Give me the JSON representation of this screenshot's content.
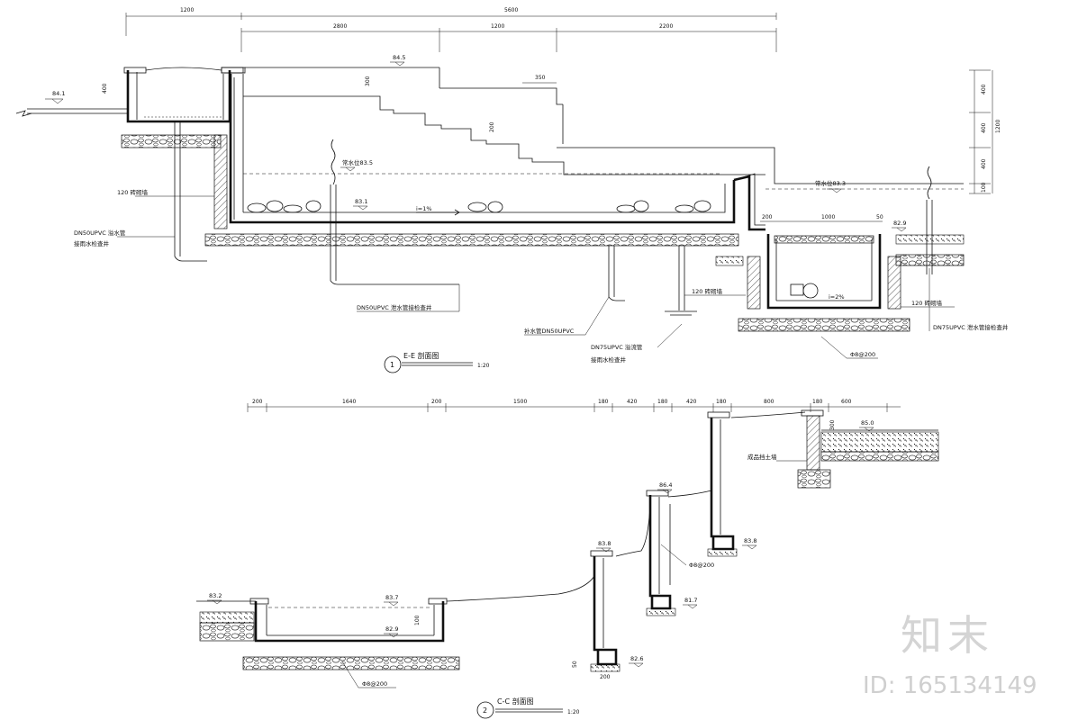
{
  "section_1": {
    "title": "E-E 剖面图",
    "scale": "1:20",
    "number": "1",
    "dims_top": [
      "1200",
      "5600"
    ],
    "dims_second": [
      "2800",
      "1200",
      "2200"
    ],
    "dim_350": "350",
    "dim_200": "200",
    "dim_300": "300",
    "dim_400": "400",
    "elev_845": "84.5",
    "elev_841": "84.1",
    "elev_835": "常水位83.5",
    "elev_831": "83.1",
    "elev_833": "常水位83.3",
    "elev_829": "82.9",
    "slope_1": "i=1%",
    "slope_2": "i=2%",
    "wall_label_a": "120 砖砌墙",
    "wall_label_b": "120 砖砌墙",
    "wall_label_c": "120 砖砌墙",
    "pipe_a_1": "DN50UPVC 溢水管",
    "pipe_a_2": "接雨水检查井",
    "pipe_b": "DN50UPVC 泄水管接检查井",
    "pipe_c": "补水管DN50UPVC",
    "pipe_d_1": "DN75UPVC 溢流管",
    "pipe_d_2": "接雨水检查井",
    "pipe_e": "DN75UPVC 泄水管接检查井",
    "rebar": "Φ8@200",
    "right_dims": [
      "400",
      "400",
      "400",
      "1200",
      "100"
    ],
    "dims_pit": [
      "200",
      "1000",
      "50"
    ]
  },
  "section_2": {
    "title": "C-C 剖面图",
    "scale": "1:20",
    "number": "2",
    "dims": [
      "200",
      "1640",
      "200",
      "1500",
      "180",
      "420",
      "180",
      "420",
      "180",
      "800",
      "180",
      "600"
    ],
    "elev_832": "83.2",
    "elev_837": "83.7",
    "elev_829": "82.9",
    "elev_838": "83.8",
    "elev_826": "82.6",
    "elev_864": "86.4",
    "elev_817": "81.7",
    "elev_838b": "83.8",
    "elev_850": "85.0",
    "rebar_a": "Φ8@200",
    "rebar_b": "Φ8@200",
    "label_soil": "成品挡土墙",
    "dim_100": "100",
    "dim_300": "300",
    "dim_200": "200",
    "dim_50": "50"
  },
  "watermark": {
    "brand": "知末",
    "id": "ID: 165134149"
  }
}
